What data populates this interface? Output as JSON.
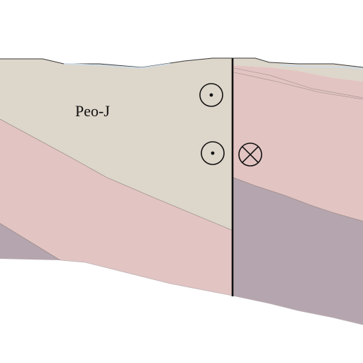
{
  "diagram": {
    "unit_label": "Peo-J",
    "colors": {
      "unit_upper": "#ddd6ca",
      "unit_middle": "#e2c4c2",
      "unit_lower": "#b5a5ae",
      "surface_highlight": "#cfdbe4",
      "fault_line": "#111111"
    },
    "fault_symbols": [
      {
        "name": "out-of-page",
        "side": "left-block"
      },
      {
        "name": "out-of-page",
        "side": "left-block"
      },
      {
        "name": "into-page",
        "side": "right-block"
      }
    ]
  }
}
